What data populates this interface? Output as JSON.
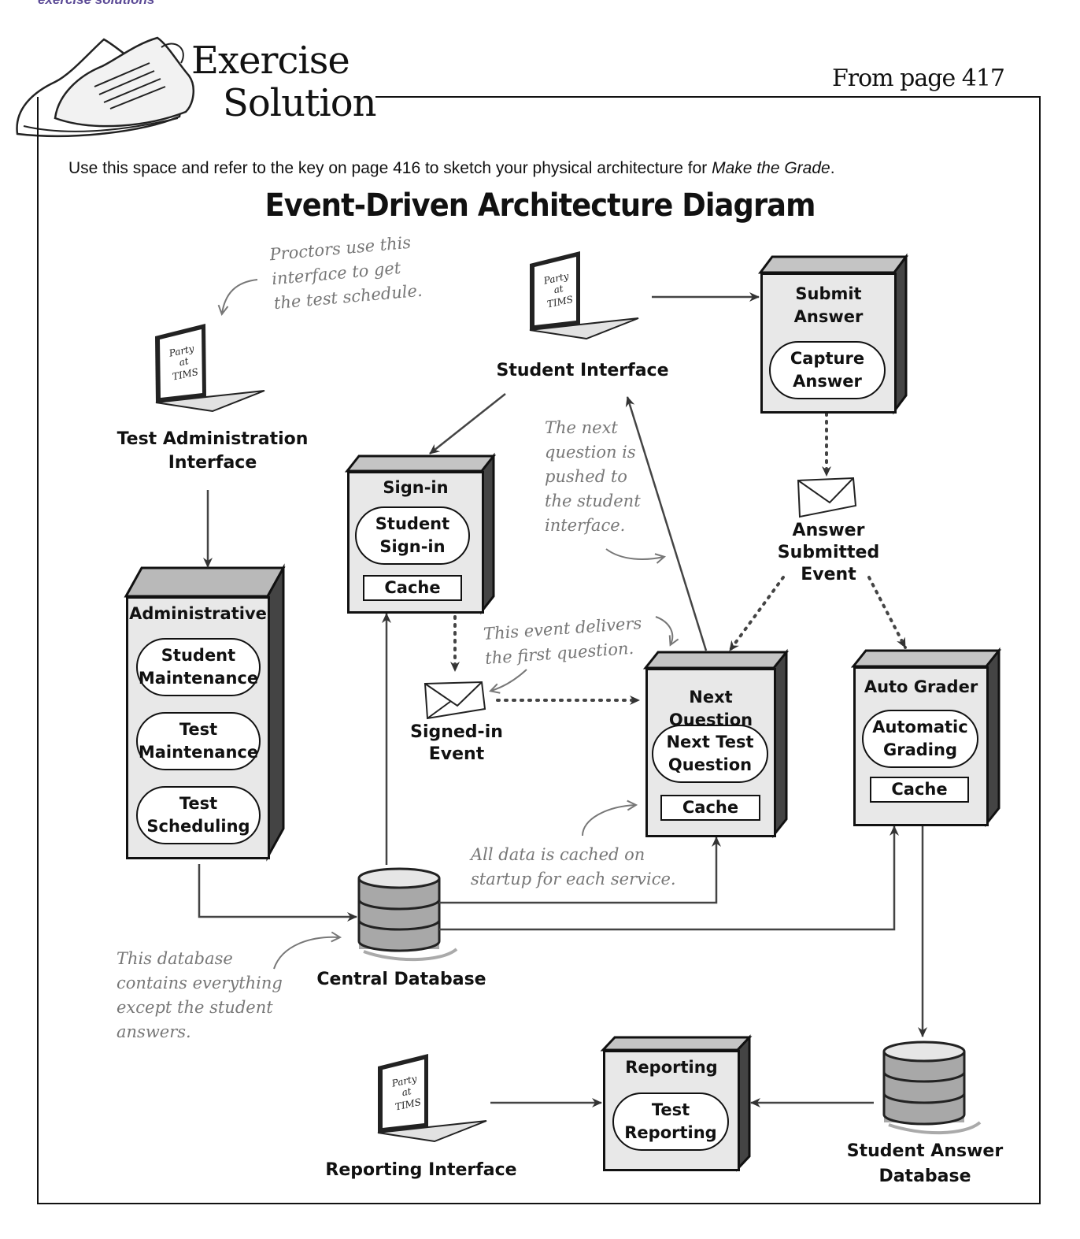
{
  "header": {
    "kicker": "exercise solutions",
    "title_line1": "Exercise",
    "title_line2": "Solution",
    "page_ref": "From page 417"
  },
  "instructions": {
    "text": "Use this space and refer to the key on page 416 to sketch your physical architecture for ",
    "emphasis": "Make the Grade",
    "end": "."
  },
  "diagram": {
    "title": "Event-Driven Architecture Diagram",
    "interfaces": {
      "test_admin": {
        "line1": "Test Administration",
        "line2": "Interface"
      },
      "student": {
        "label": "Student Interface"
      },
      "reporting": {
        "label": "Reporting Interface"
      },
      "screen_text": {
        "line1": "Party",
        "line2": "at",
        "line3": "TIMS"
      }
    },
    "services": {
      "admin": {
        "title": "Administrative",
        "comp1": {
          "line1": "Student",
          "line2": "Maintenance"
        },
        "comp2": {
          "line1": "Test",
          "line2": "Maintenance"
        },
        "comp3": {
          "line1": "Test",
          "line2": "Scheduling"
        }
      },
      "signin": {
        "title": "Sign-in",
        "comp": {
          "line1": "Student",
          "line2": "Sign-in"
        },
        "cache": "Cache"
      },
      "submit": {
        "title_line1": "Submit",
        "title_line2": "Answer",
        "comp": {
          "line1": "Capture",
          "line2": "Answer"
        }
      },
      "next": {
        "title": "Next Question",
        "comp": {
          "line1": "Next Test",
          "line2": "Question"
        },
        "cache": "Cache"
      },
      "grader": {
        "title": "Auto Grader",
        "comp": {
          "line1": "Automatic",
          "line2": "Grading"
        },
        "cache": "Cache"
      },
      "reporting": {
        "title": "Reporting",
        "comp": {
          "line1": "Test",
          "line2": "Reporting"
        }
      }
    },
    "events": {
      "signed_in": {
        "line1": "Signed-in",
        "line2": "Event"
      },
      "answer_submitted": {
        "line1": "Answer",
        "line2": "Submitted",
        "line3": "Event"
      }
    },
    "databases": {
      "central": {
        "label": "Central Database"
      },
      "student_answer": {
        "line1": "Student Answer",
        "line2": "Database"
      }
    },
    "annotations": {
      "proctors": {
        "line1": "Proctors use this",
        "line2": "interface to get",
        "line3": "the test schedule."
      },
      "next_pushed": {
        "line1": "The next",
        "line2": "question is",
        "line3": "pushed to",
        "line4": "the student",
        "line5": "interface."
      },
      "first_question": {
        "line1": "This event delivers",
        "line2": "the first question."
      },
      "cached": {
        "line1": "All data is cached on",
        "line2": "startup for each service."
      },
      "database": {
        "line1": "This database",
        "line2": "contains everything",
        "line3": "except the student",
        "line4": "answers."
      }
    }
  }
}
